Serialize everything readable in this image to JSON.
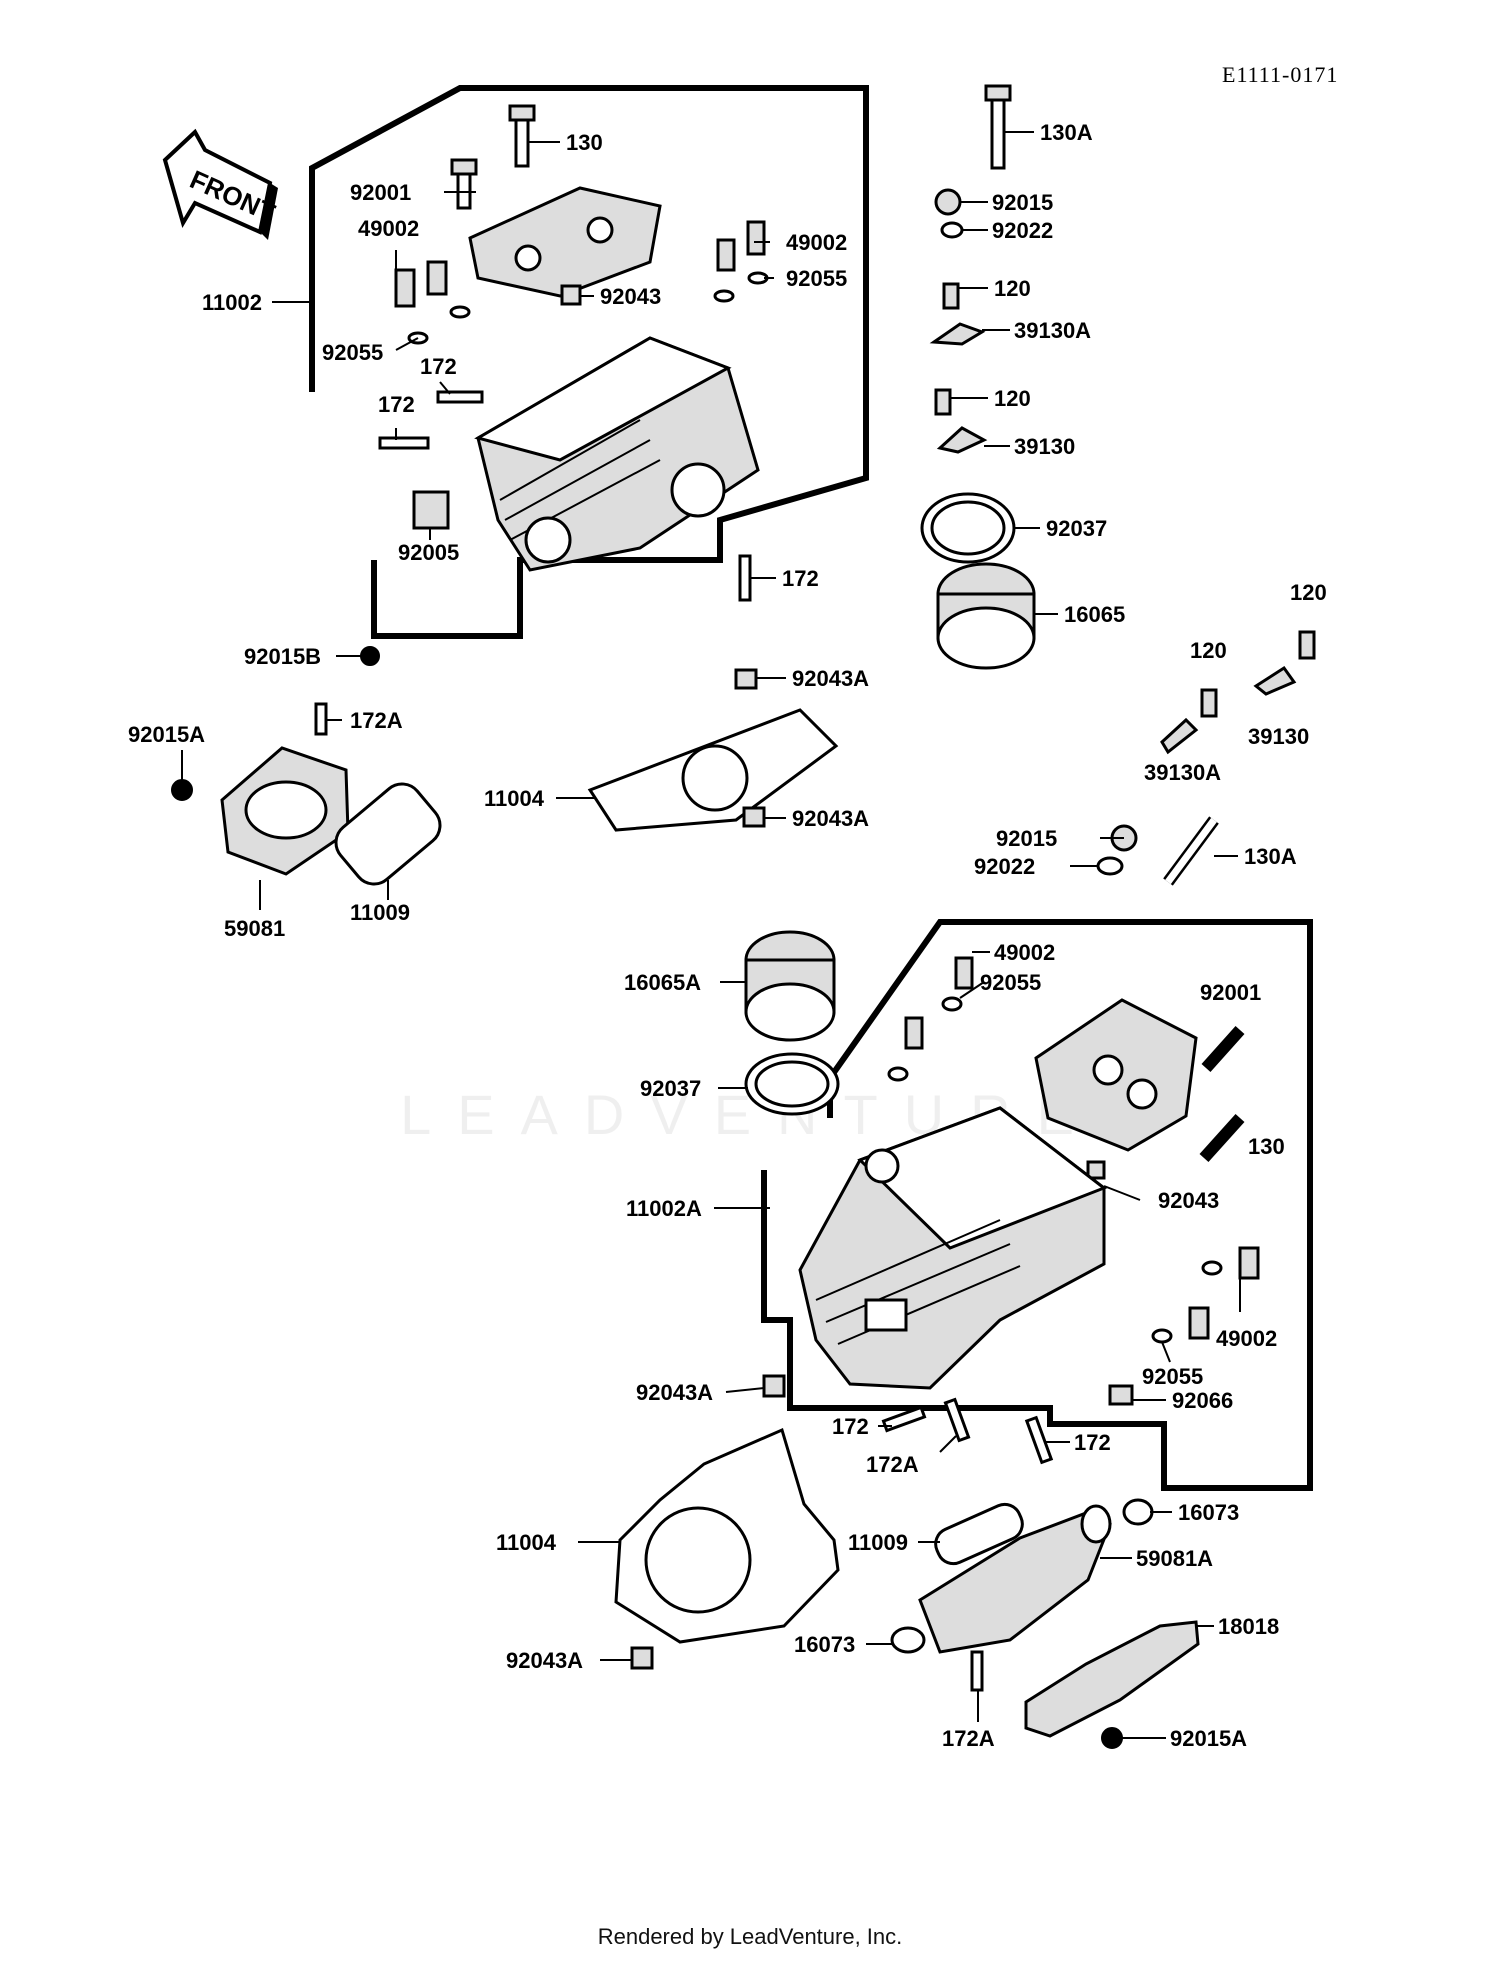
{
  "header": {
    "diagram_id": "E1111-0171"
  },
  "footer": {
    "text": "Rendered by LeadVenture, Inc."
  },
  "watermark": {
    "text": "LEADVENTURE"
  },
  "front_arrow": {
    "text": "FRONT"
  },
  "callouts": [
    {
      "label": "130"
    },
    {
      "label": "92001"
    },
    {
      "label": "49002"
    },
    {
      "label": "11002"
    },
    {
      "label": "92055"
    },
    {
      "label": "172"
    },
    {
      "label": "172"
    },
    {
      "label": "92005"
    },
    {
      "label": "92015B"
    },
    {
      "label": "92015A"
    },
    {
      "label": "172A"
    },
    {
      "label": "59081"
    },
    {
      "label": "11009"
    },
    {
      "label": "92043"
    },
    {
      "label": "49002"
    },
    {
      "label": "92055"
    },
    {
      "label": "172"
    },
    {
      "label": "92043A"
    },
    {
      "label": "11004"
    },
    {
      "label": "92043A"
    },
    {
      "label": "130A"
    },
    {
      "label": "92015"
    },
    {
      "label": "92022"
    },
    {
      "label": "120"
    },
    {
      "label": "39130A"
    },
    {
      "label": "120"
    },
    {
      "label": "39130"
    },
    {
      "label": "92037"
    },
    {
      "label": "16065"
    },
    {
      "label": "120"
    },
    {
      "label": "120"
    },
    {
      "label": "39130A"
    },
    {
      "label": "39130"
    },
    {
      "label": "92015"
    },
    {
      "label": "92022"
    },
    {
      "label": "130A"
    },
    {
      "label": "49002"
    },
    {
      "label": "92055"
    },
    {
      "label": "16065A"
    },
    {
      "label": "92001"
    },
    {
      "label": "92037"
    },
    {
      "label": "130"
    },
    {
      "label": "11002A"
    },
    {
      "label": "92043"
    },
    {
      "label": "49002"
    },
    {
      "label": "92055"
    },
    {
      "label": "92043A"
    },
    {
      "label": "92066"
    },
    {
      "label": "172"
    },
    {
      "label": "172A"
    },
    {
      "label": "172"
    },
    {
      "label": "16073"
    },
    {
      "label": "11004"
    },
    {
      "label": "11009"
    },
    {
      "label": "59081A"
    },
    {
      "label": "16073"
    },
    {
      "label": "18018"
    },
    {
      "label": "92043A"
    },
    {
      "label": "172A"
    },
    {
      "label": "92015A"
    }
  ]
}
